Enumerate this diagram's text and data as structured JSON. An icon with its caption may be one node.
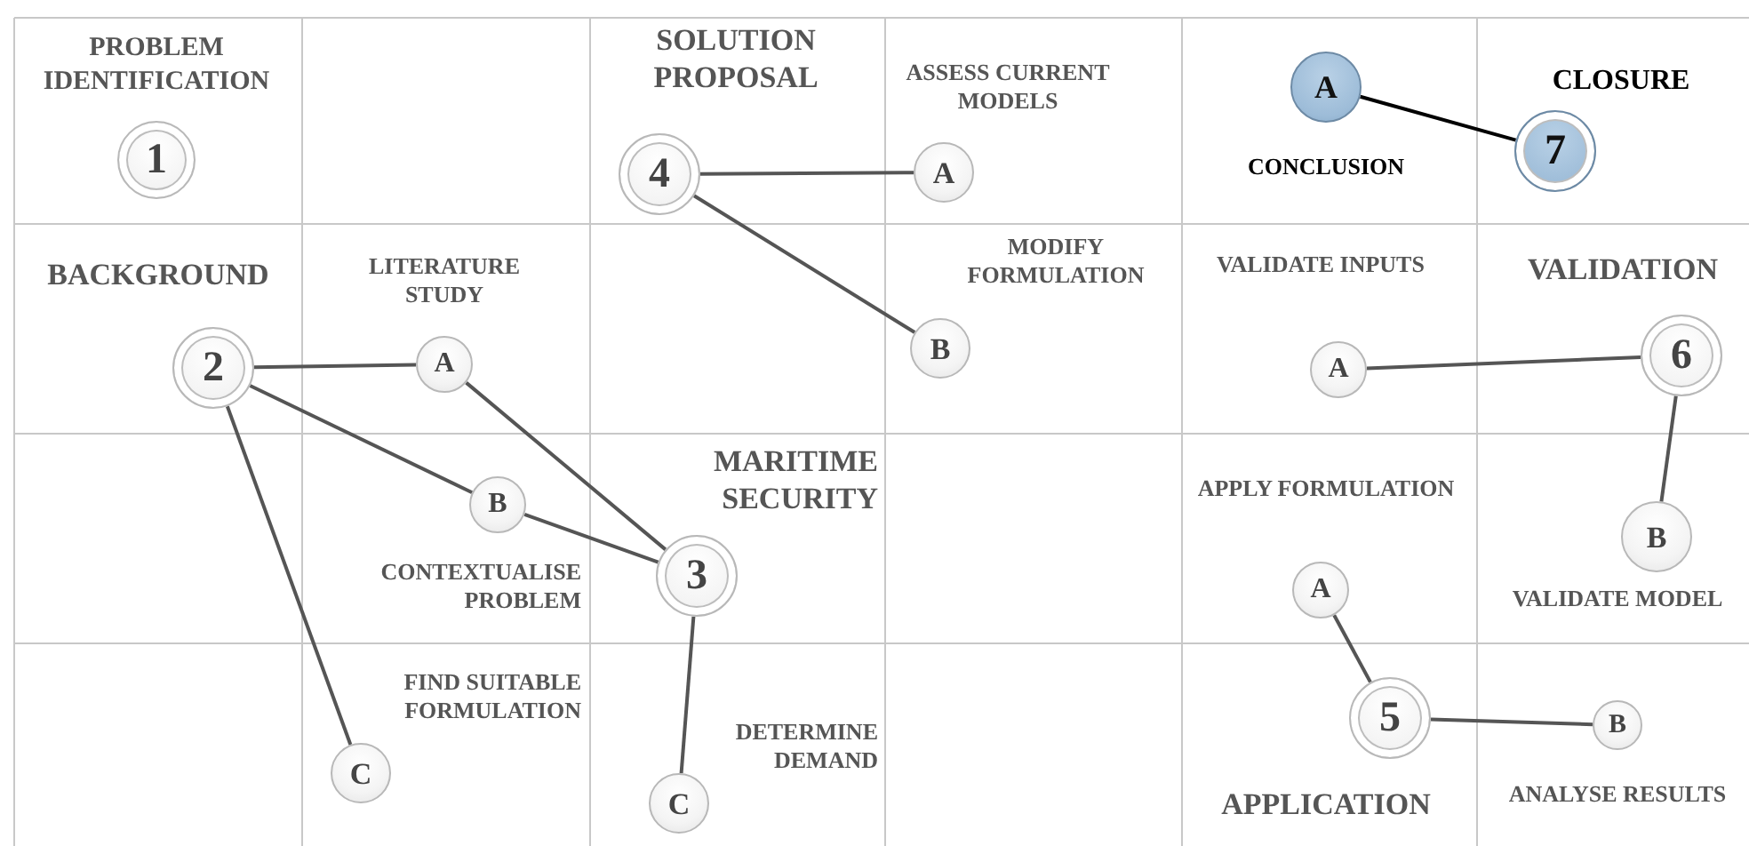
{
  "diagram": {
    "nodes": [
      {
        "text": [
          "1"
        ],
        "beside": [
          "PROBLEM IDENTIFICATION"
        ]
      },
      {
        "text": [
          "4"
        ],
        "beside": [
          "SOLUTION PROPOSAL"
        ]
      },
      {
        "text": [
          "A"
        ],
        "beside": [
          "ASSESS CURRENT MODELS"
        ]
      },
      {
        "text": [
          "A"
        ],
        "beside": [
          "CONCLUSION"
        ]
      },
      {
        "text": [
          "7"
        ],
        "beside": [
          "CLOSURE"
        ]
      },
      {
        "text": [
          "2"
        ],
        "beside": [
          "BACKGROUND"
        ]
      },
      {
        "text": [
          "A"
        ],
        "beside": [
          "LITERATURE STUDY"
        ]
      },
      {
        "text": [
          "B"
        ],
        "beside": [
          "MODIFY FORMULATION"
        ]
      },
      {
        "text": [
          "A"
        ],
        "beside": [
          "VALIDATE INPUTS"
        ]
      },
      {
        "text": [
          "6"
        ],
        "beside": [
          "VALIDATION"
        ]
      },
      {
        "text": [
          "B"
        ],
        "beside": [
          "CONTEXTUALISE PROBLEM"
        ]
      },
      {
        "text": [
          "3"
        ],
        "beside": [
          "MARITIME SECURITY"
        ]
      },
      {
        "text": [
          "A"
        ],
        "beside": [
          "APPLY FORMULATION"
        ]
      },
      {
        "text": [
          "B"
        ],
        "beside": [
          "VALIDATE MODEL"
        ]
      },
      {
        "text": [
          "C"
        ],
        "beside": [
          "FIND SUITABLE FORMULATION"
        ]
      },
      {
        "text": [
          "C"
        ],
        "beside": [
          "DETERMINE DEMAND"
        ]
      },
      {
        "text": [
          "5"
        ],
        "beside": [
          "APPLICATION"
        ]
      },
      {
        "text": [
          "B"
        ],
        "beside": [
          "ANALYSE RESULTS"
        ]
      }
    ],
    "edges": [
      {
        "from": 1,
        "to": 2,
        "arrow": "none"
      },
      {
        "from": 1,
        "to": 7,
        "arrow": "none"
      },
      {
        "from": 3,
        "to": 4,
        "arrow": "none",
        "color": "#000000"
      },
      {
        "from": 5,
        "to": 6,
        "arrow": "none"
      },
      {
        "from": 5,
        "to": 10,
        "arrow": "none"
      },
      {
        "from": 5,
        "to": 14,
        "arrow": "none"
      },
      {
        "from": 6,
        "to": 11,
        "arrow": "none"
      },
      {
        "from": 10,
        "to": 11,
        "arrow": "none"
      },
      {
        "from": 11,
        "to": 15,
        "arrow": "none"
      },
      {
        "from": 9,
        "to": 8,
        "arrow": "none"
      },
      {
        "from": 9,
        "to": 13,
        "arrow": "none"
      },
      {
        "from": 16,
        "to": 12,
        "arrow": "none"
      },
      {
        "from": 16,
        "to": 17,
        "arrow": "none"
      }
    ]
  }
}
